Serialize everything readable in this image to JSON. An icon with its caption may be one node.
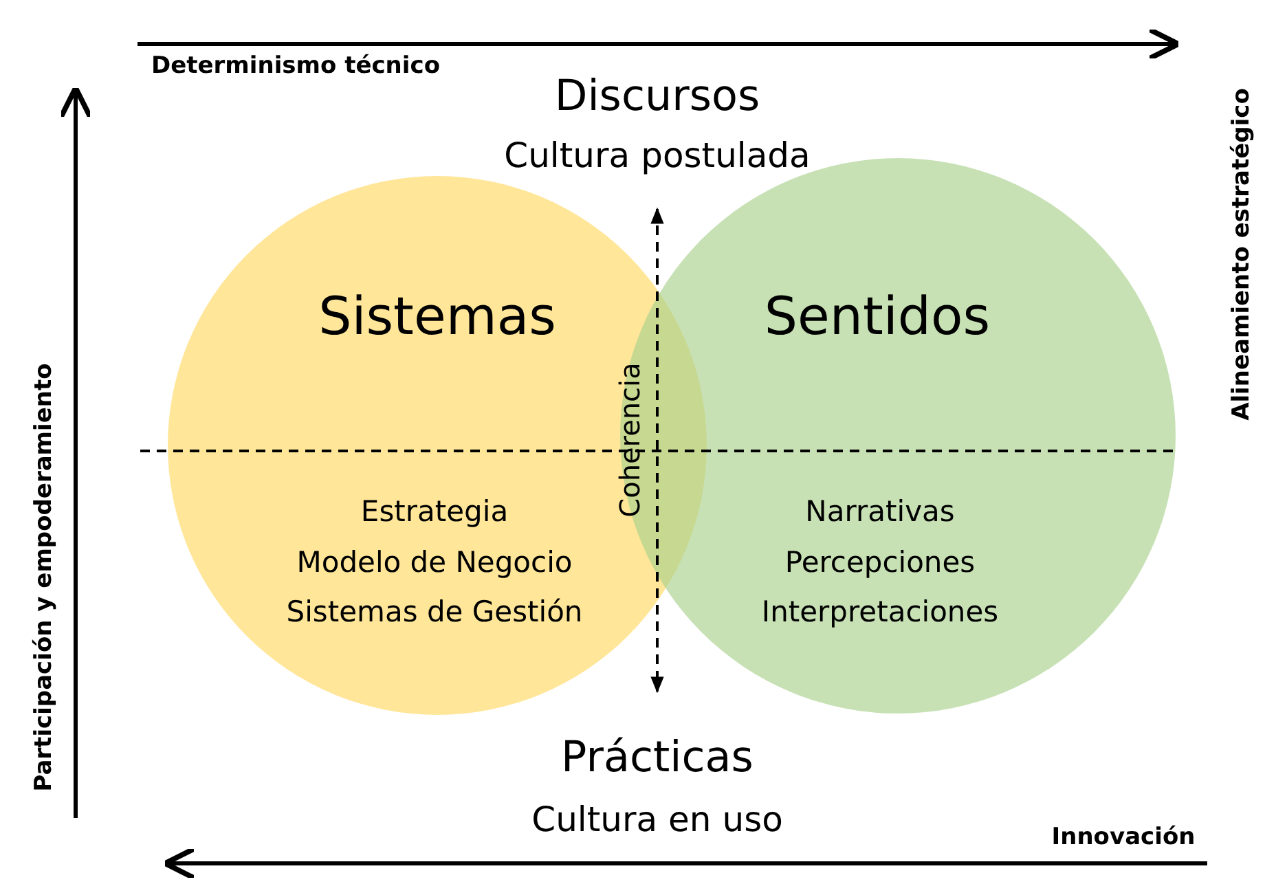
{
  "diagram": {
    "nodes": [
      {
        "text": [
          "Sistemas",
          "Estrategia",
          "Modelo de Negocio",
          "Sistemas de Gestión"
        ]
      },
      {
        "text": [
          "Sentidos",
          "Narrativas",
          "Percepciones",
          "Interpretaciones"
        ]
      }
    ],
    "labels": [
      "Determinismo técnico",
      "Discursos",
      "Cultura postulada",
      "Alineamiento estratégico",
      "Participación y empoderamiento",
      "Coherencia",
      "Prácticas",
      "Cultura en uso",
      "Innovación"
    ]
  }
}
